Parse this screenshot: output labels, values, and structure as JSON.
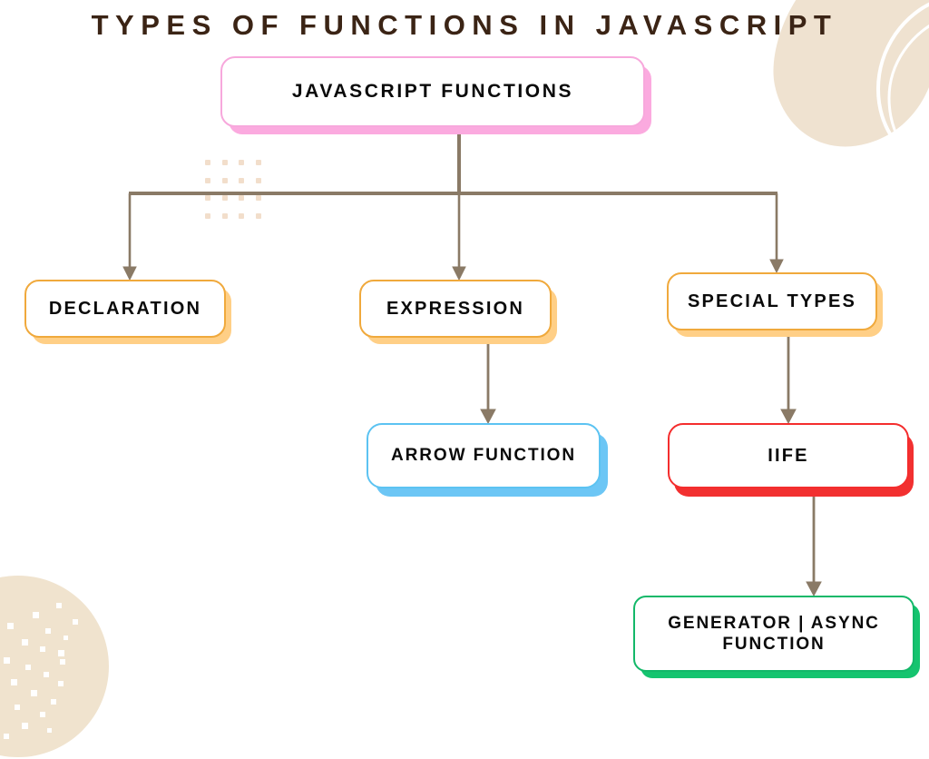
{
  "page": {
    "title": "TYPES OF FUNCTIONS IN JAVASCRIPT",
    "background_color": "#FFFFFF",
    "title_color": "#3B2415"
  },
  "decorations": {
    "top_right_blob": {
      "name": "beige-blob-with-arcs",
      "fill": "#EFE2D0",
      "arc_color": "#FFFFFF"
    },
    "bottom_left_blob": {
      "name": "beige-circle-with-dots",
      "fill": "#F0E3CE",
      "dot_color": "#FFFFFF"
    },
    "dot_grid": {
      "name": "dot-grid",
      "color": "#F2DECB",
      "rows": 4,
      "columns": 4
    }
  },
  "connector": {
    "line_color": "#8A7A66",
    "arrow_color": "#8A7A66"
  },
  "nodes": [
    {
      "id": "root",
      "label": "JAVASCRIPT FUNCTIONS",
      "border_color": "#F7A8DC",
      "shadow_color": "#FBAADF",
      "level": 0
    },
    {
      "id": "declaration",
      "label": "DECLARATION",
      "border_color": "#F0A93C",
      "shadow_color": "#FFCF86",
      "level": 1
    },
    {
      "id": "expression",
      "label": "EXPRESSION",
      "border_color": "#F0A93C",
      "shadow_color": "#FFCF86",
      "level": 1
    },
    {
      "id": "special_types",
      "label": "SPECIAL TYPES",
      "border_color": "#F0A93C",
      "shadow_color": "#FFCF86",
      "level": 1
    },
    {
      "id": "arrow_function",
      "label": "ARROW FUNCTION",
      "border_color": "#5CC3F2",
      "shadow_color": "#6CC6F5",
      "level": 2
    },
    {
      "id": "iife",
      "label": "IIFE",
      "border_color": "#F42D2D",
      "shadow_color": "#F23030",
      "level": 2
    },
    {
      "id": "generator_async",
      "label": "GENERATOR |  ASYNC FUNCTION",
      "border_color": "#13B869",
      "shadow_color": "#15C46F",
      "level": 3
    }
  ]
}
